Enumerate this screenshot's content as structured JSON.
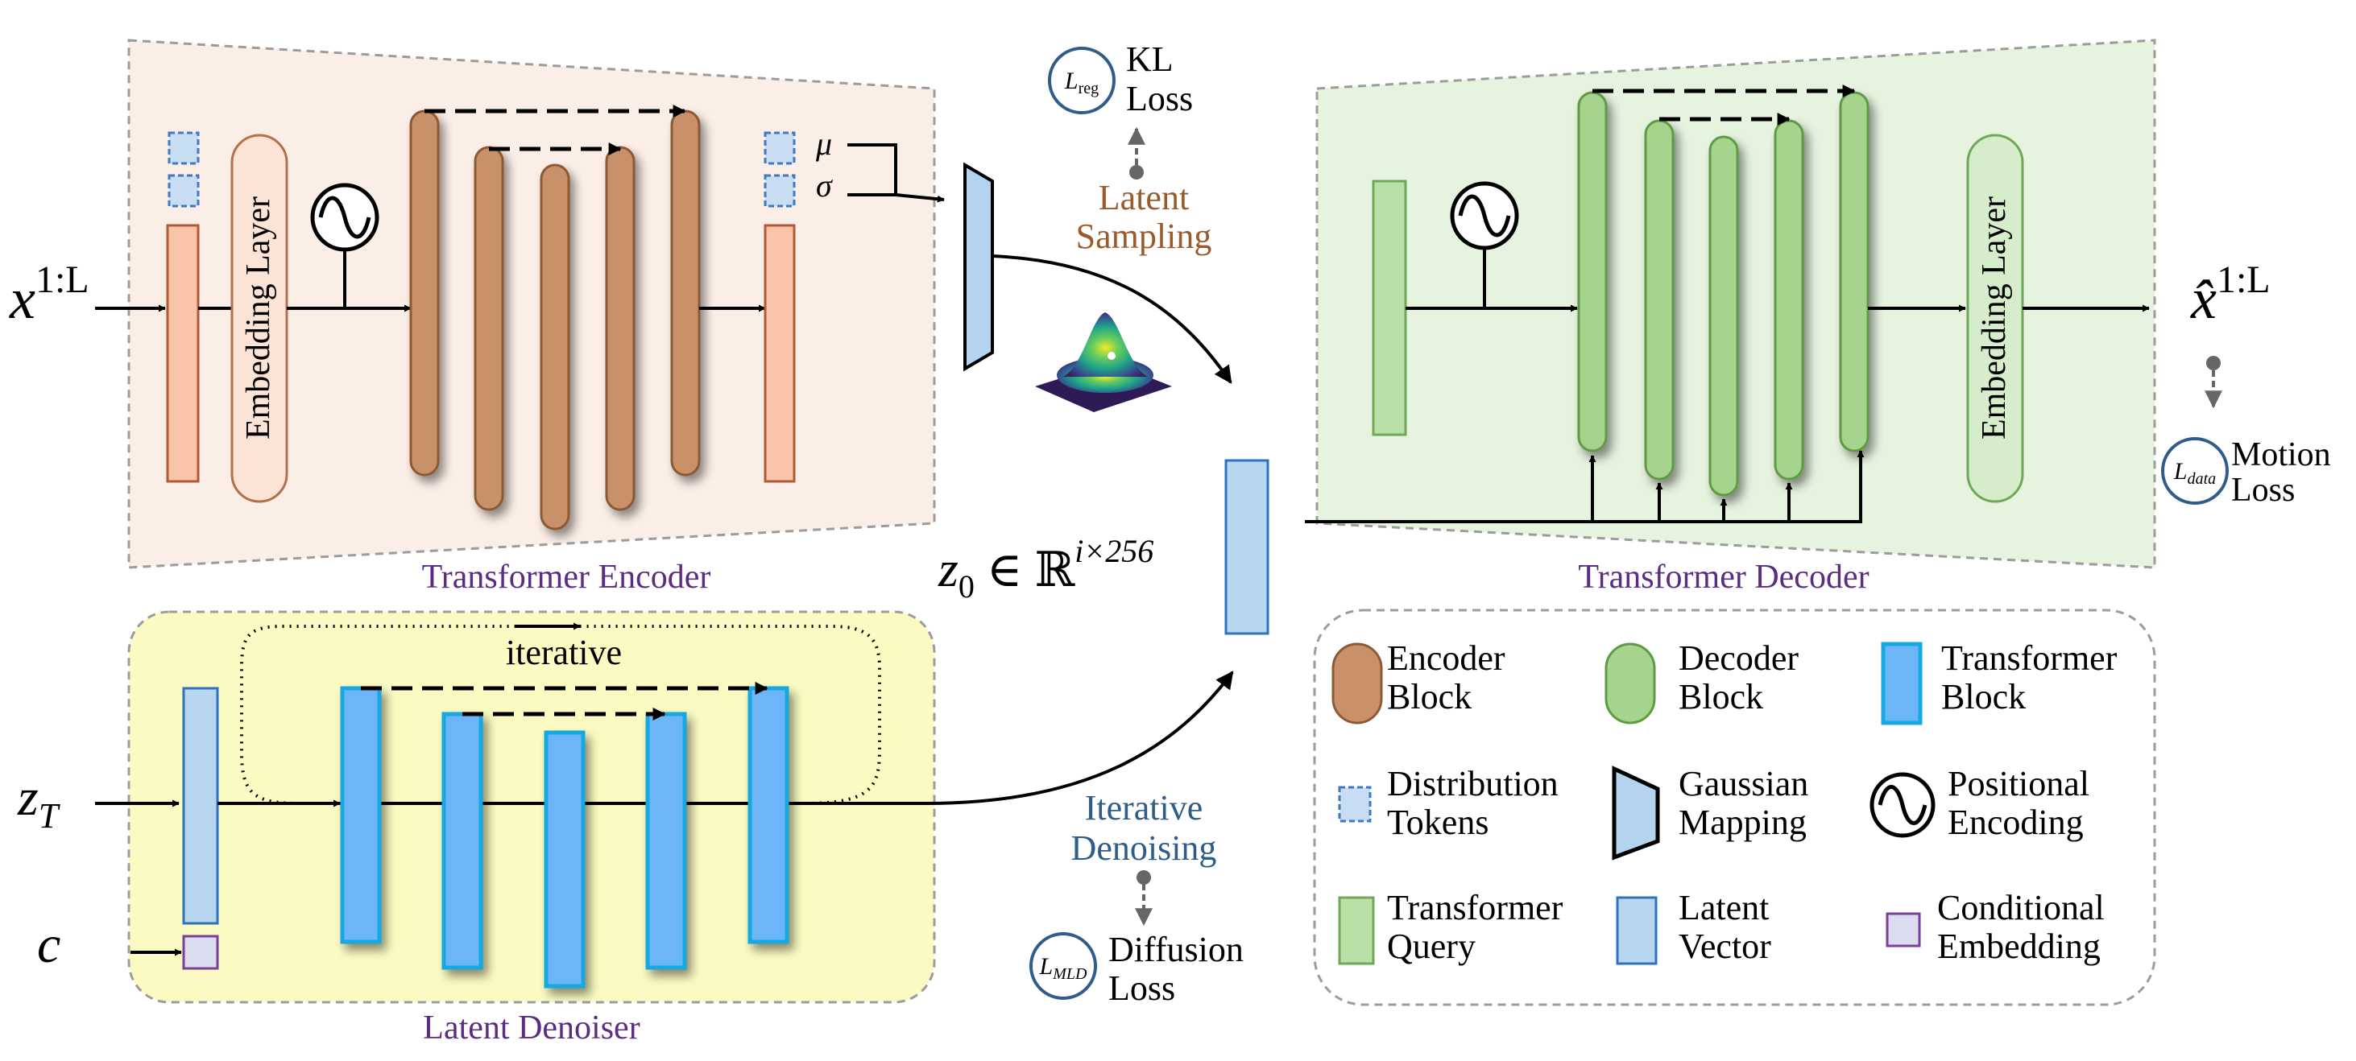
{
  "encoder": {
    "panel_label": "Transformer Encoder",
    "embedding_label": "Embedding Layer",
    "mu": "μ",
    "sigma": "σ"
  },
  "decoder": {
    "panel_label": "Transformer Decoder",
    "embedding_label": "Embedding Layer"
  },
  "denoiser": {
    "panel_label": "Latent Denoiser",
    "iterative_label": "iterative"
  },
  "math": {
    "x_base": "x",
    "x_sup": "1:L",
    "xhat_base": "x̂",
    "xhat_sup": "1:L",
    "z0_base": "z",
    "z0_sub": "0",
    "z0_set": " ∈ ℝ",
    "z0_sup": "i×256",
    "zT_base": "z",
    "zT_sub": "T",
    "c_label": "c"
  },
  "center": {
    "sampling_line1": "Latent",
    "sampling_line2": "Sampling",
    "denoising_line1": "Iterative",
    "denoising_line2": "Denoising"
  },
  "losses": {
    "kl": {
      "symbol_base": "L",
      "symbol_sub": "reg",
      "line1": "KL",
      "line2": "Loss"
    },
    "motion": {
      "symbol_base": "L",
      "symbol_sub": "data",
      "line1": "Motion",
      "line2": "Loss"
    },
    "diffusion": {
      "symbol_base": "L",
      "symbol_sub": "MLD",
      "line1": "Diffusion",
      "line2": "Loss"
    }
  },
  "legend": [
    {
      "icon": "encoder-block-icon",
      "line1": "Encoder",
      "line2": "Block"
    },
    {
      "icon": "decoder-block-icon",
      "line1": "Decoder",
      "line2": "Block"
    },
    {
      "icon": "transformer-block-icon",
      "line1": "Transformer",
      "line2": "Block"
    },
    {
      "icon": "distribution-tokens-icon",
      "line1": "Distribution",
      "line2": "Tokens"
    },
    {
      "icon": "gaussian-mapping-icon",
      "line1": "Gaussian",
      "line2": "Mapping"
    },
    {
      "icon": "positional-encoding-icon",
      "line1": "Positional",
      "line2": "Encoding"
    },
    {
      "icon": "transformer-query-icon",
      "line1": "Transformer",
      "line2": "Query"
    },
    {
      "icon": "latent-vector-icon",
      "line1": "Latent",
      "line2": "Vector"
    },
    {
      "icon": "conditional-embedding-icon",
      "line1": "Conditional",
      "line2": "Embedding"
    }
  ],
  "colors": {
    "encoder_panel": "#fbeee6",
    "decoder_panel": "#e6f3df",
    "denoiser_panel": "#fafac2",
    "encoder_block": "#c9916a",
    "decoder_block": "#a6d38d",
    "transformer_block": "#6cb6f8",
    "transformer_block_stroke": "#17a9e1",
    "latent_vector": "#b7d6f0",
    "panel_label_purple": "#5a2d82",
    "sampling_text": "#9a5a2c",
    "denoising_text": "#2f5d8a"
  }
}
